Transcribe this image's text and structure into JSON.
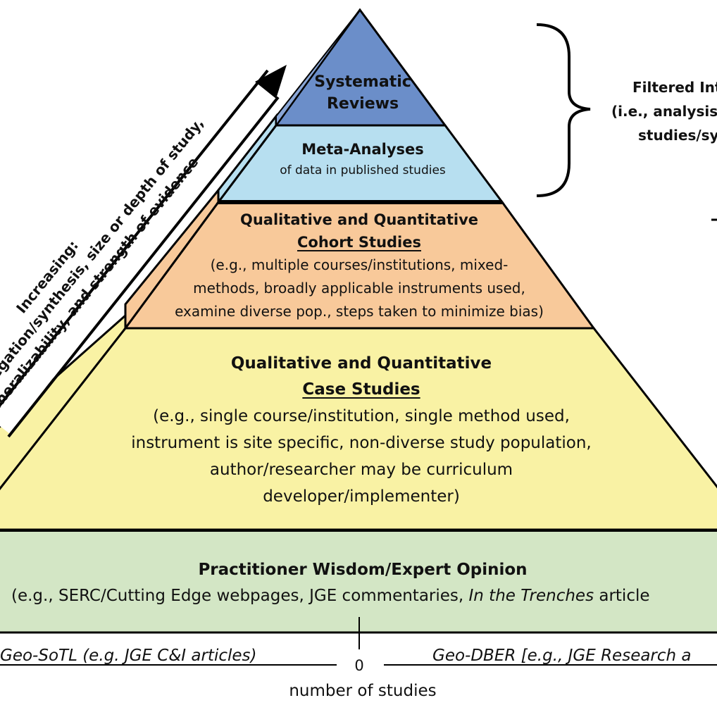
{
  "pyramid": {
    "systematic": {
      "line1": "Systematic",
      "line2": "Reviews"
    },
    "meta": {
      "title": "Meta-Analyses",
      "subtitle": "of data in published studies"
    },
    "cohort": {
      "title": "Qualitative and Quantitative",
      "name": "Cohort Studies",
      "desc": [
        "(e.g., multiple courses/institutions, mixed-",
        "methods, broadly applicable instruments used,",
        "examine diverse pop., steps taken to minimize bias)"
      ]
    },
    "case": {
      "title": "Qualitative and Quantitative",
      "name": "Case Studies",
      "desc": [
        "(e.g., single course/institution, single method used,",
        "instrument is site specific, non-diverse study population,",
        "author/researcher may be curriculum",
        "developer/implementer)"
      ]
    },
    "practitioner": {
      "title": "Practitioner Wisdom/Expert Opinion",
      "desc_prefix": "(e.g., SERC/Cutting Edge webpages, JGE commentaries, ",
      "desc_italic": "In the Trenches",
      "desc_suffix": " article"
    }
  },
  "arrow": {
    "line1": "Increasing:",
    "line2": "aggregation/synthesis, size or depth of study,",
    "line3": "generalizability, and strength of evidence"
  },
  "bracket": {
    "line1": "Filtered Int",
    "line2": "(i.e., analysis",
    "line3": "studies/sy"
  },
  "axis": {
    "left_label": "Geo-SoTL (e.g. JGE C&I articles)",
    "right_label": "Geo-DBER [e.g., JGE Research a",
    "zero": "0",
    "caption": "number of studies"
  },
  "colors": {
    "systematic": "#6b8ec9",
    "meta": "#b7dff0",
    "cohort": "#f8c99a",
    "case": "#f9f2a4",
    "practitioner": "#d3e6c5"
  }
}
